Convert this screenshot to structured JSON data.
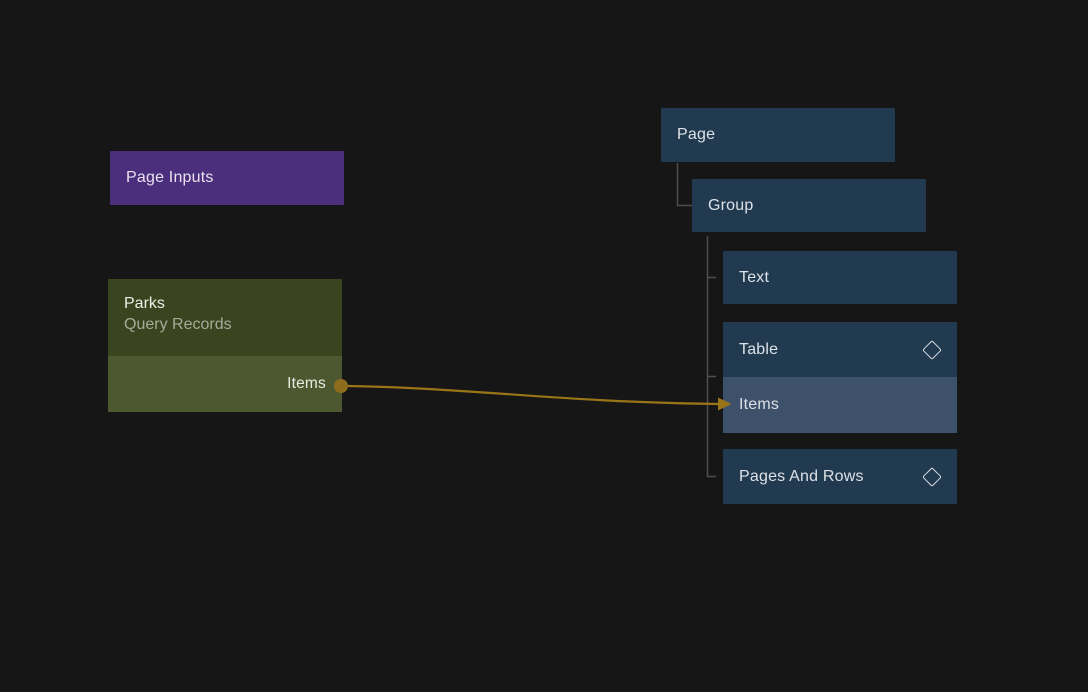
{
  "colors": {
    "background": "#161616",
    "page_inputs_purple": "#4b2e7c",
    "query_header_green": "#3a451f",
    "query_output_green": "#4d5830",
    "tree_node_blue": "#223a50",
    "tree_node_selected_blue": "#3d516b",
    "edge_gold": "#9a7517",
    "port_dot_gold": "#8e6c1e",
    "tree_line_gray": "#4e4e4e",
    "text_primary": "#dce1e7",
    "text_muted": "#a5ab9b"
  },
  "nodes": {
    "page_inputs": {
      "label": "Page Inputs"
    },
    "query": {
      "title": "Parks",
      "subtitle": "Query Records",
      "output_port_label": "Items"
    },
    "tree": {
      "page": {
        "label": "Page"
      },
      "group": {
        "label": "Group"
      },
      "text": {
        "label": "Text"
      },
      "table": {
        "label": "Table",
        "icon": "diamond-icon"
      },
      "table_items": {
        "label": "Items",
        "state": "highlighted"
      },
      "pages_and_rows": {
        "label": "Pages And Rows",
        "icon": "diamond-icon"
      }
    }
  },
  "edge": {
    "source_port": "Items",
    "target_row": "Items",
    "color": "#9a7517"
  }
}
